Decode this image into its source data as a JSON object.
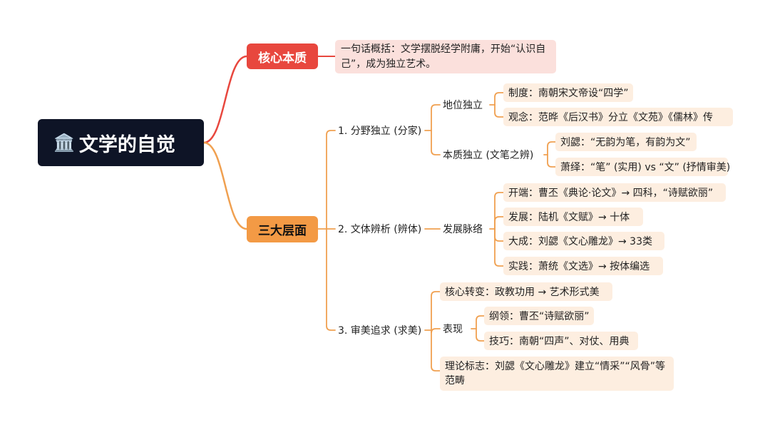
{
  "root": {
    "icon": "🏛️",
    "icon_name": "classical-building-icon",
    "title": "文学的自觉"
  },
  "core": {
    "label": "核心本质",
    "summary": "一句话概括：文学摆脱经学附庸，开始“认识自己”，成为独立艺术。"
  },
  "levels": {
    "label": "三大层面",
    "branch1": {
      "label": "1. 分野独立 (分家)",
      "status": {
        "label": "地位独立",
        "items": [
          "制度：南朝宋文帝设“四学”",
          "观念：范晔《后汉书》分立《文苑》《儒林》传"
        ]
      },
      "essence": {
        "label": "本质独立 (文笔之辨)",
        "items": [
          "刘勰：“无韵为笔，有韵为文”",
          "萧绎：“笔” (实用) vs “文” (抒情审美)"
        ]
      }
    },
    "branch2": {
      "label": "2. 文体辨析 (辨体)",
      "development": {
        "label": "发展脉络",
        "items": [
          "开端：曹丕《典论·论文》→ 四科，“诗赋欲丽”",
          "发展：陆机《文赋》→ 十体",
          "大成：刘勰《文心雕龙》→ 33类",
          "实践：萧统《文选》→ 按体编选"
        ]
      }
    },
    "branch3": {
      "label": "3. 审美追求 (求美)",
      "shift": "核心转变：政教功用 → 艺术形式美",
      "expression": {
        "label": "表现",
        "items": [
          "纲领：曹丕“诗赋欲丽”",
          "技巧：南朝“四声”、对仗、用典"
        ]
      },
      "theory": "理论标志：刘勰《文心雕龙》建立“情采”“风骨”等范畴"
    }
  },
  "colors": {
    "root_bg": "#0e1426",
    "core_accent": "#e8473e",
    "core_note_bg": "#fbe0dc",
    "levels_accent": "#f39a45",
    "leaf_bg": "#fdeee0",
    "line_orange": "#f0a050"
  }
}
